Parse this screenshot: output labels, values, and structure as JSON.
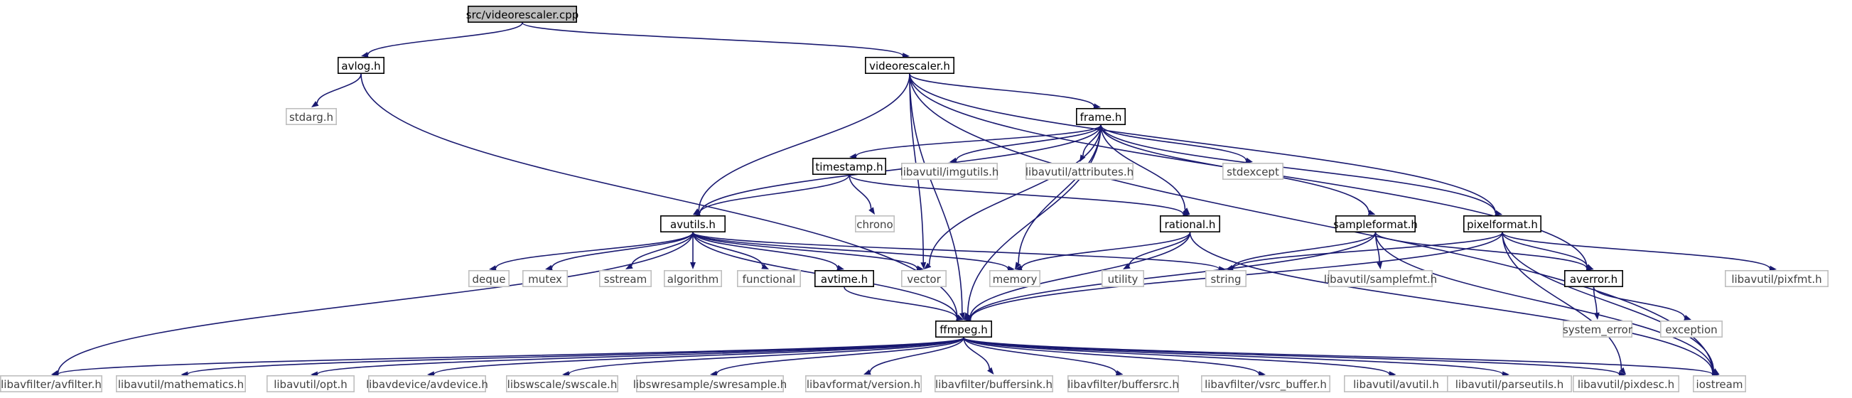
{
  "graph": {
    "nodes": [
      {
        "id": "root",
        "label": "src/videorescaler.cpp",
        "kind": "root"
      },
      {
        "id": "avlog",
        "label": "avlog.h",
        "kind": "proj"
      },
      {
        "id": "videorescaler",
        "label": "videorescaler.h",
        "kind": "proj"
      },
      {
        "id": "stdarg",
        "label": "stdarg.h",
        "kind": "ext"
      },
      {
        "id": "frame",
        "label": "frame.h",
        "kind": "proj"
      },
      {
        "id": "timestamp",
        "label": "timestamp.h",
        "kind": "proj"
      },
      {
        "id": "imgutils",
        "label": "libavutil/imgutils.h",
        "kind": "ext"
      },
      {
        "id": "attributes",
        "label": "libavutil/attributes.h",
        "kind": "ext"
      },
      {
        "id": "stdexcept",
        "label": "stdexcept",
        "kind": "ext"
      },
      {
        "id": "chrono",
        "label": "chrono",
        "kind": "ext"
      },
      {
        "id": "avutils",
        "label": "avutils.h",
        "kind": "proj"
      },
      {
        "id": "rational",
        "label": "rational.h",
        "kind": "proj"
      },
      {
        "id": "sampleformat",
        "label": "sampleformat.h",
        "kind": "proj"
      },
      {
        "id": "pixelformat",
        "label": "pixelformat.h",
        "kind": "proj"
      },
      {
        "id": "deque",
        "label": "deque",
        "kind": "ext"
      },
      {
        "id": "mutex",
        "label": "mutex",
        "kind": "ext"
      },
      {
        "id": "sstream",
        "label": "sstream",
        "kind": "ext"
      },
      {
        "id": "algorithm",
        "label": "algorithm",
        "kind": "ext"
      },
      {
        "id": "functional",
        "label": "functional",
        "kind": "ext"
      },
      {
        "id": "avtime",
        "label": "avtime.h",
        "kind": "proj"
      },
      {
        "id": "vector",
        "label": "vector",
        "kind": "ext"
      },
      {
        "id": "memory",
        "label": "memory",
        "kind": "ext"
      },
      {
        "id": "utility",
        "label": "utility",
        "kind": "ext"
      },
      {
        "id": "string",
        "label": "string",
        "kind": "ext"
      },
      {
        "id": "samplefmt",
        "label": "libavutil/samplefmt.h",
        "kind": "ext"
      },
      {
        "id": "averror",
        "label": "averror.h",
        "kind": "proj"
      },
      {
        "id": "pixfmt",
        "label": "libavutil/pixfmt.h",
        "kind": "ext"
      },
      {
        "id": "system_error",
        "label": "system_error",
        "kind": "ext"
      },
      {
        "id": "exception",
        "label": "exception",
        "kind": "ext"
      },
      {
        "id": "ffmpeg",
        "label": "ffmpeg.h",
        "kind": "proj"
      },
      {
        "id": "avfilter",
        "label": "libavfilter/avfilter.h",
        "kind": "ext"
      },
      {
        "id": "mathematics",
        "label": "libavutil/mathematics.h",
        "kind": "ext"
      },
      {
        "id": "opt",
        "label": "libavutil/opt.h",
        "kind": "ext"
      },
      {
        "id": "avdevice",
        "label": "libavdevice/avdevice.h",
        "kind": "ext"
      },
      {
        "id": "swscale",
        "label": "libswscale/swscale.h",
        "kind": "ext"
      },
      {
        "id": "swresample",
        "label": "libswresample/swresample.h",
        "kind": "ext"
      },
      {
        "id": "avfversion",
        "label": "libavformat/version.h",
        "kind": "ext"
      },
      {
        "id": "buffersink",
        "label": "libavfilter/buffersink.h",
        "kind": "ext"
      },
      {
        "id": "buffersrc",
        "label": "libavfilter/buffersrc.h",
        "kind": "ext"
      },
      {
        "id": "vsrc_buffer",
        "label": "libavfilter/vsrc_buffer.h",
        "kind": "ext"
      },
      {
        "id": "avutil",
        "label": "libavutil/avutil.h",
        "kind": "ext"
      },
      {
        "id": "parseutils",
        "label": "libavutil/parseutils.h",
        "kind": "ext"
      },
      {
        "id": "pixdesc",
        "label": "libavutil/pixdesc.h",
        "kind": "ext"
      },
      {
        "id": "iostream",
        "label": "iostream",
        "kind": "ext"
      }
    ],
    "edges": [
      [
        "root",
        "avlog"
      ],
      [
        "root",
        "videorescaler"
      ],
      [
        "avlog",
        "stdarg"
      ],
      [
        "avlog",
        "ffmpeg"
      ],
      [
        "videorescaler",
        "frame"
      ],
      [
        "videorescaler",
        "avutils"
      ],
      [
        "videorescaler",
        "ffmpeg"
      ],
      [
        "videorescaler",
        "vector"
      ],
      [
        "videorescaler",
        "pixelformat"
      ],
      [
        "videorescaler",
        "averror"
      ],
      [
        "videorescaler",
        "iostream"
      ],
      [
        "frame",
        "timestamp"
      ],
      [
        "frame",
        "imgutils"
      ],
      [
        "frame",
        "attributes"
      ],
      [
        "frame",
        "stdexcept"
      ],
      [
        "frame",
        "avutils"
      ],
      [
        "frame",
        "rational"
      ],
      [
        "frame",
        "sampleformat"
      ],
      [
        "frame",
        "pixelformat"
      ],
      [
        "frame",
        "vector"
      ],
      [
        "frame",
        "memory"
      ],
      [
        "frame",
        "ffmpeg"
      ],
      [
        "timestamp",
        "chrono"
      ],
      [
        "timestamp",
        "avutils"
      ],
      [
        "timestamp",
        "rational"
      ],
      [
        "avutils",
        "deque"
      ],
      [
        "avutils",
        "mutex"
      ],
      [
        "avutils",
        "sstream"
      ],
      [
        "avutils",
        "algorithm"
      ],
      [
        "avutils",
        "functional"
      ],
      [
        "avutils",
        "avtime"
      ],
      [
        "avutils",
        "vector"
      ],
      [
        "avutils",
        "memory"
      ],
      [
        "avutils",
        "string"
      ],
      [
        "avutils",
        "ffmpeg"
      ],
      [
        "avutils",
        "avfilter"
      ],
      [
        "avtime",
        "ffmpeg"
      ],
      [
        "rational",
        "utility"
      ],
      [
        "rational",
        "memory"
      ],
      [
        "rational",
        "ffmpeg"
      ],
      [
        "rational",
        "iostream"
      ],
      [
        "sampleformat",
        "string"
      ],
      [
        "sampleformat",
        "samplefmt"
      ],
      [
        "sampleformat",
        "averror"
      ],
      [
        "sampleformat",
        "ffmpeg"
      ],
      [
        "sampleformat",
        "iostream"
      ],
      [
        "pixelformat",
        "string"
      ],
      [
        "pixelformat",
        "pixfmt"
      ],
      [
        "pixelformat",
        "averror"
      ],
      [
        "pixelformat",
        "ffmpeg"
      ],
      [
        "pixelformat",
        "pixdesc"
      ],
      [
        "pixelformat",
        "iostream"
      ],
      [
        "averror",
        "system_error"
      ],
      [
        "averror",
        "exception"
      ],
      [
        "ffmpeg",
        "avfilter"
      ],
      [
        "ffmpeg",
        "mathematics"
      ],
      [
        "ffmpeg",
        "opt"
      ],
      [
        "ffmpeg",
        "avdevice"
      ],
      [
        "ffmpeg",
        "swscale"
      ],
      [
        "ffmpeg",
        "swresample"
      ],
      [
        "ffmpeg",
        "avfversion"
      ],
      [
        "ffmpeg",
        "buffersink"
      ],
      [
        "ffmpeg",
        "buffersrc"
      ],
      [
        "ffmpeg",
        "vsrc_buffer"
      ],
      [
        "ffmpeg",
        "avutil"
      ],
      [
        "ffmpeg",
        "parseutils"
      ],
      [
        "ffmpeg",
        "pixdesc"
      ],
      [
        "ffmpeg",
        "iostream"
      ]
    ]
  },
  "colors": {
    "edge": "#191970",
    "project_border": "#000000",
    "external_border": "#bfbfbf",
    "root_fill": "#bfbfbf",
    "external_text": "#404040"
  }
}
